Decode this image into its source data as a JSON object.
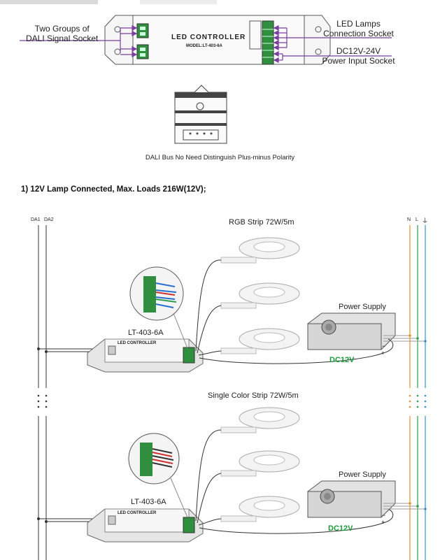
{
  "top": {
    "left_label": [
      "Two Groups of",
      "DALI Signal Socket"
    ],
    "right_label_1": [
      "LED Lamps",
      "Connection Socket"
    ],
    "right_label_2": [
      "DC12V-24V",
      "Power Input Socket"
    ],
    "controller_title": "LED CONTROLLER",
    "controller_model": "MODEL:LT-403-6A"
  },
  "note": "DALI Bus No Need Distinguish Plus-minus Polarity",
  "section_title": "1) 12V Lamp Connected, Max. Loads 216W(12V);",
  "bus_labels": {
    "da1": "DA1",
    "da2": "DA2",
    "n": "N",
    "l": "L",
    "ground": "⏚"
  },
  "diagram_1": {
    "strip_label": "RGB Strip  72W/5m",
    "controller_label": "LT-403-6A",
    "controller_title": "LED CONTROLLER",
    "power_label": "Power Supply",
    "dc_label": "DC12V"
  },
  "diagram_2": {
    "strip_label": "Single Color Strip  72W/5m",
    "controller_label": "LT-403-6A",
    "controller_title": "LED CONTROLLER",
    "power_label": "Power Supply",
    "dc_label": "DC12V"
  },
  "colors": {
    "n_wire": "#e8902a",
    "l_wire": "#2e9e4a",
    "ground_wire": "#3a8fd0",
    "arrow": "#7a3fa0",
    "dc_text": "#1a9a3a"
  }
}
